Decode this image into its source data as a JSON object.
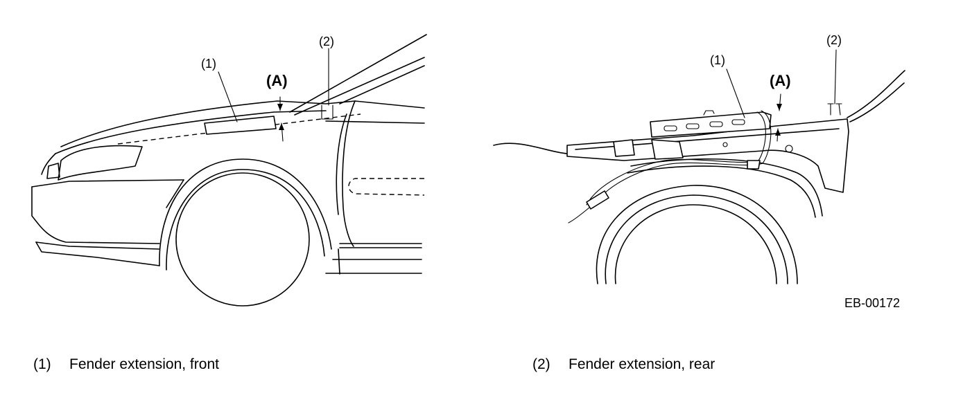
{
  "callouts": {
    "front_1": "(1)",
    "front_2": "(2)",
    "front_A": "(A)",
    "rear_1": "(1)",
    "rear_2": "(2)",
    "rear_A": "(A)"
  },
  "figure_code": "EB-00172",
  "legend": [
    {
      "num": "(1)",
      "text": "Fender extension, front"
    },
    {
      "num": "(2)",
      "text": "Fender extension, rear"
    }
  ]
}
